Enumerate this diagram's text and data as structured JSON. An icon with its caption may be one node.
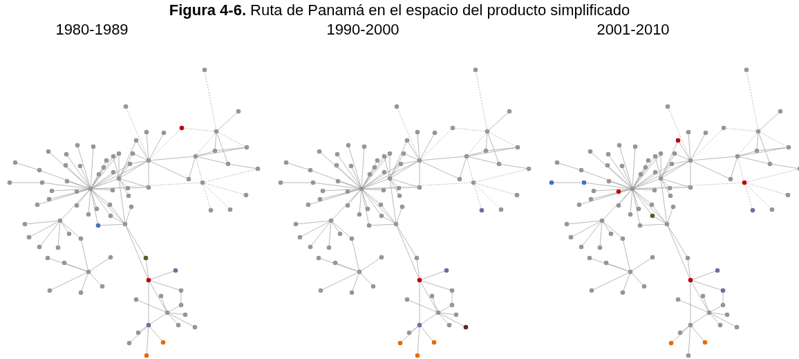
{
  "diagram": {
    "title": "**Figura 4-6.** Ruta de Panamá en el espacio del producto simplificado",
    "labels": [
      "1980-1989",
      "1990-2000",
      "2001-2010"
    ]
  }
}
